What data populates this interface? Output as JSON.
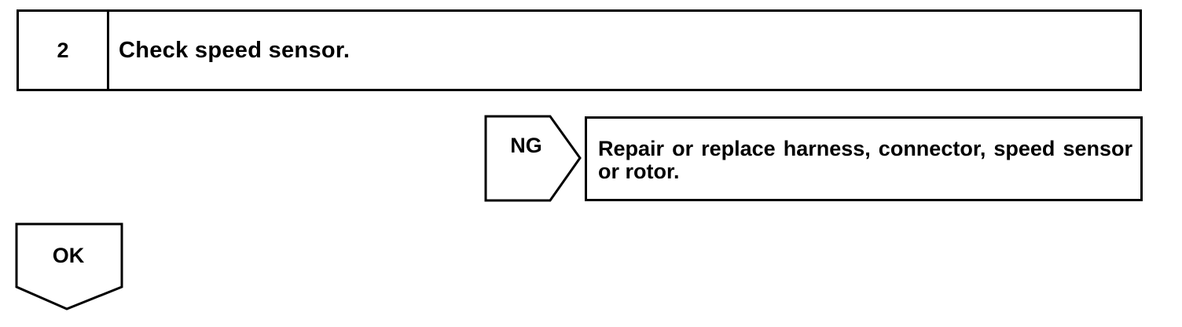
{
  "step": {
    "number": "2",
    "title": "Check speed sensor."
  },
  "ng": {
    "label": "NG",
    "action": "Repair or replace harness, connector, speed sensor or rotor."
  },
  "ok": {
    "label": "OK"
  }
}
